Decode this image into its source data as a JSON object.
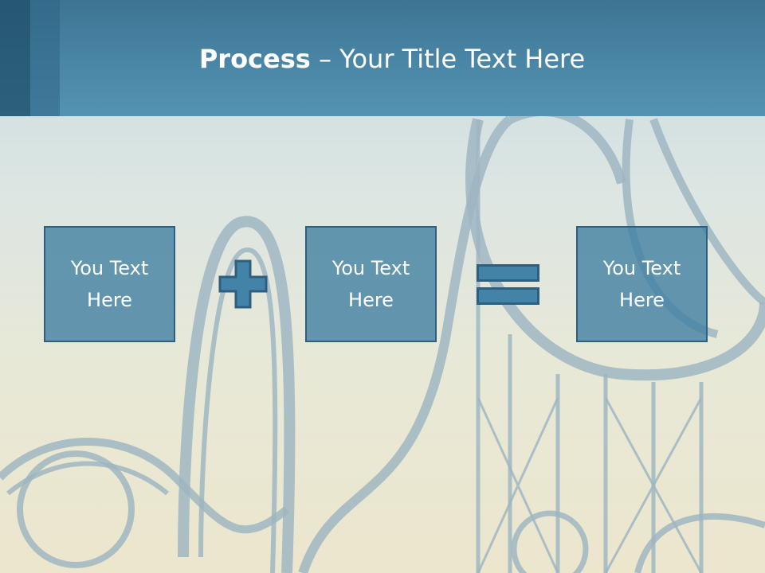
{
  "slide": {
    "title_bold": "Process",
    "title_rest": " – Your Title Text Here",
    "boxes": [
      {
        "text": "You Text Here"
      },
      {
        "text": "You Text Here"
      },
      {
        "text": "You Text Here"
      }
    ],
    "operators": [
      "plus-icon",
      "equals-icon"
    ],
    "colors": {
      "header": "#4a86a6",
      "header_dark": "#1f4f68",
      "box_fill": "#3e7da0",
      "box_border": "#2f5f7e",
      "text": "#ffffff"
    }
  }
}
